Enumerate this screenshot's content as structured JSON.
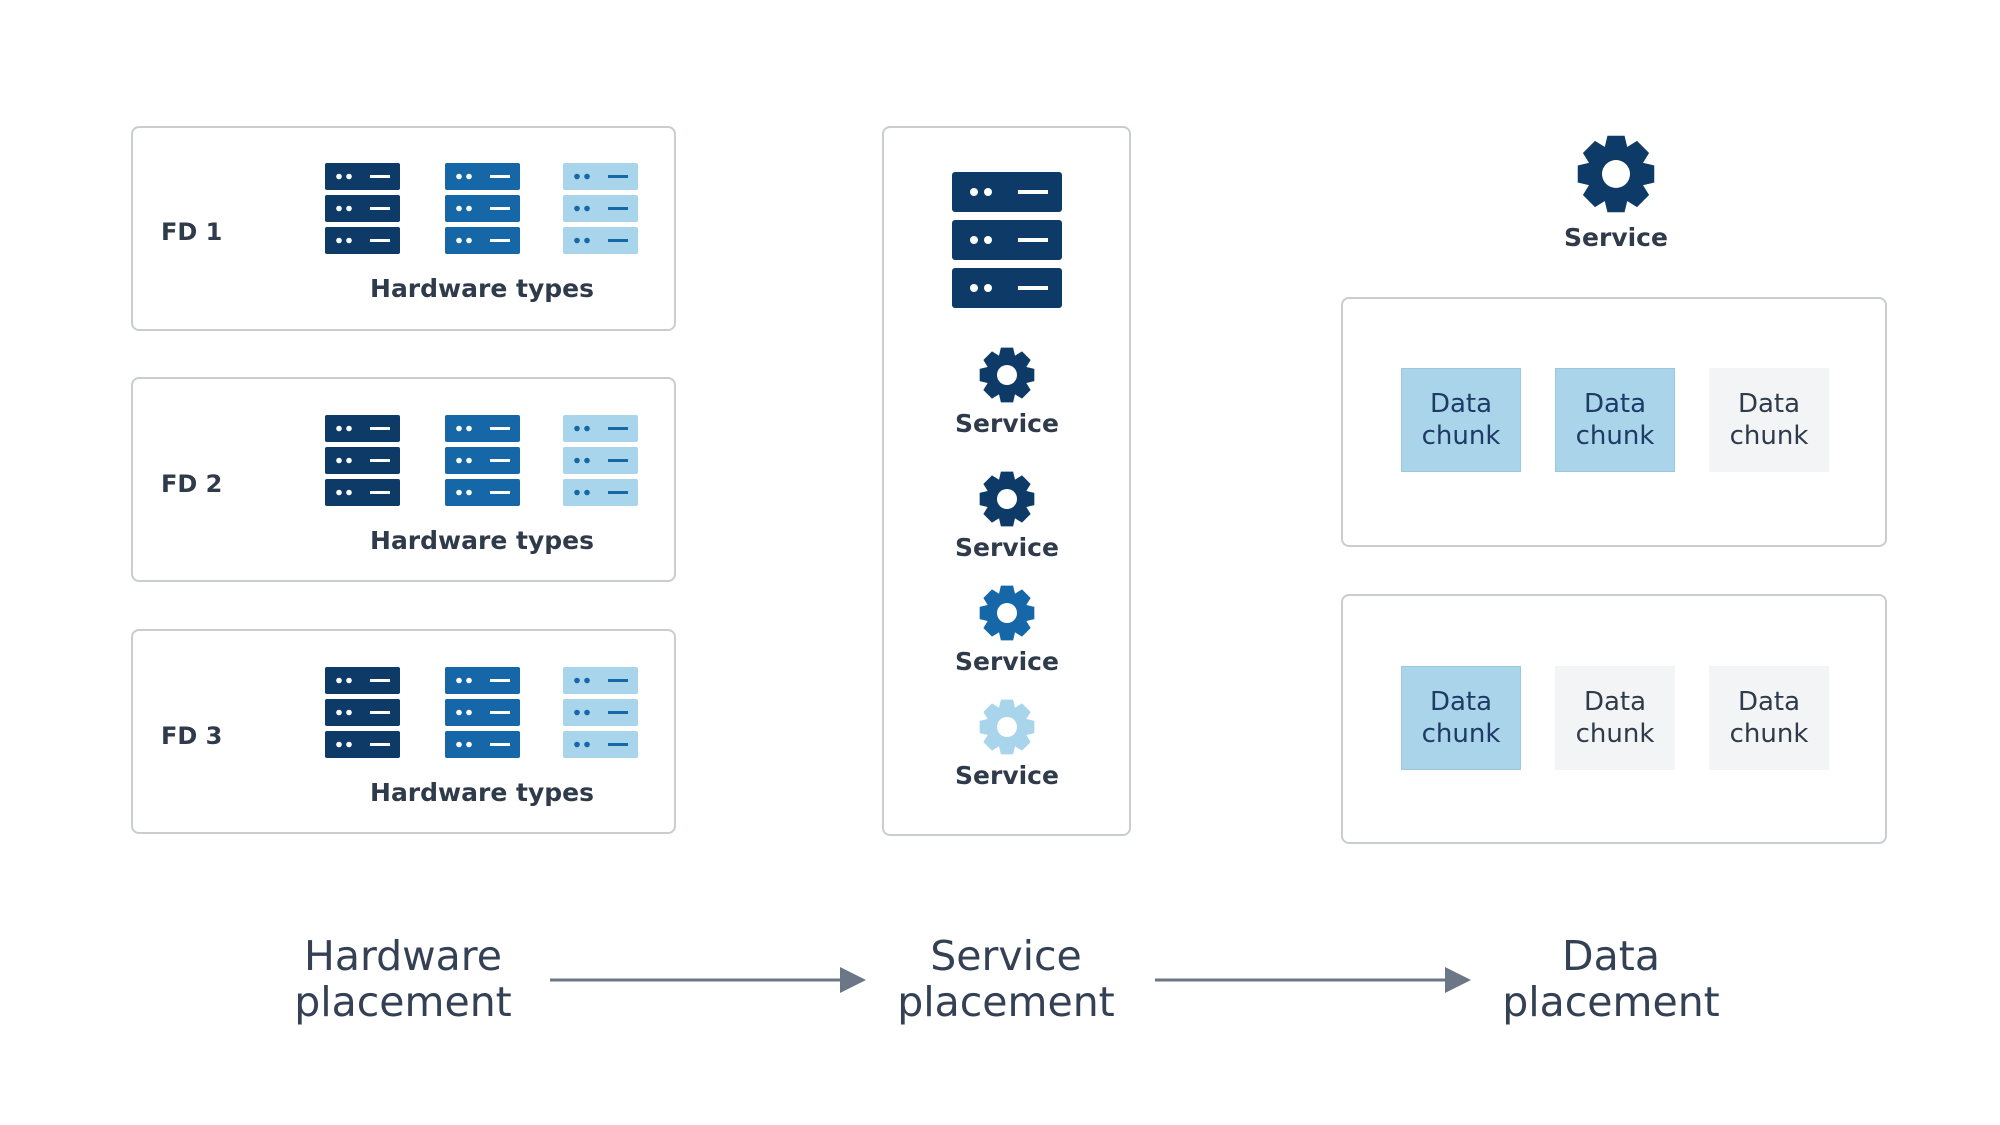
{
  "hardware": {
    "domains": [
      {
        "label": "FD 1",
        "caption": "Hardware types"
      },
      {
        "label": "FD 2",
        "caption": "Hardware types"
      },
      {
        "label": "FD 3",
        "caption": "Hardware types"
      }
    ],
    "colors": [
      "#0d3a66",
      "#1667a8",
      "#a8d4ec"
    ]
  },
  "service_column": {
    "services": [
      {
        "label": "Service",
        "color": "#0d3a66"
      },
      {
        "label": "Service",
        "color": "#0d3a66"
      },
      {
        "label": "Service",
        "color": "#1667a8"
      },
      {
        "label": "Service",
        "color": "#a8d4ec"
      }
    ]
  },
  "data_column": {
    "service_label": "Service",
    "groups": [
      {
        "chunks": [
          {
            "label": "Data\nchunk",
            "state": "filled"
          },
          {
            "label": "Data\nchunk",
            "state": "filled"
          },
          {
            "label": "Data\nchunk",
            "state": "empty"
          }
        ]
      },
      {
        "chunks": [
          {
            "label": "Data\nchunk",
            "state": "filled"
          },
          {
            "label": "Data\nchunk",
            "state": "empty"
          },
          {
            "label": "Data\nchunk",
            "state": "empty"
          }
        ]
      }
    ]
  },
  "stages": [
    {
      "label": "Hardware\nplacement"
    },
    {
      "label": "Service\nplacement"
    },
    {
      "label": "Data\nplacement"
    }
  ]
}
